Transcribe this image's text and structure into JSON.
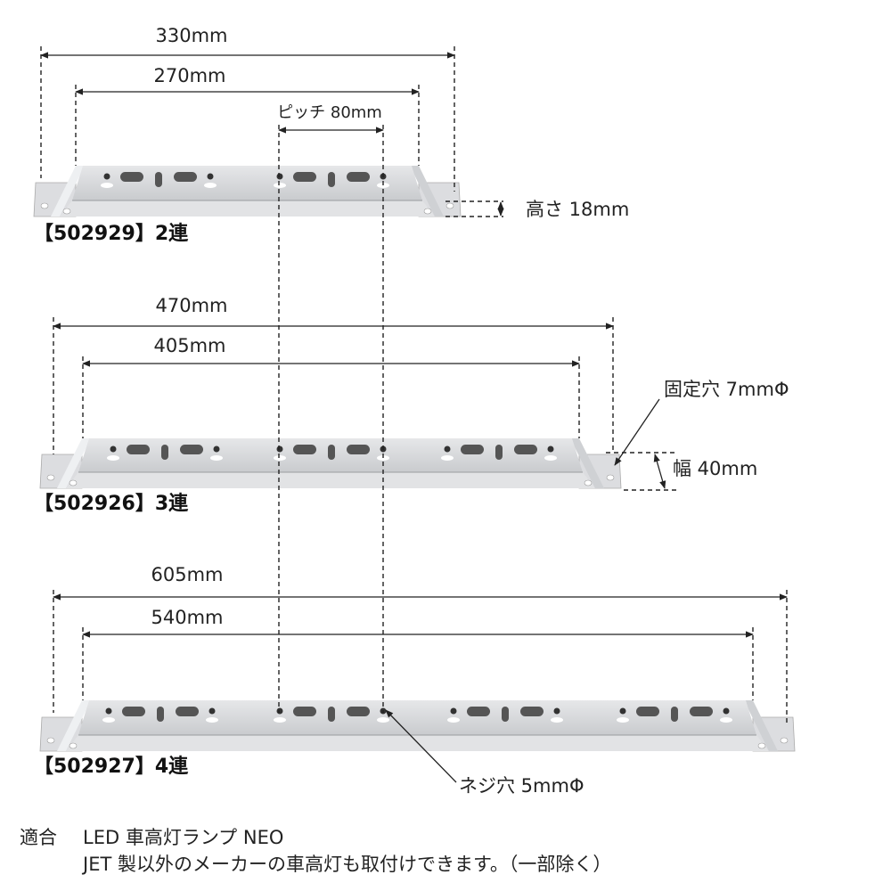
{
  "brackets": [
    {
      "label": "【502929】2連",
      "overall": "330mm",
      "inner": "270mm",
      "units": 2
    },
    {
      "label": "【502926】3連",
      "overall": "470mm",
      "inner": "405mm",
      "units": 3
    },
    {
      "label": "【502927】4連",
      "overall": "605mm",
      "inner": "540mm",
      "units": 4
    }
  ],
  "annotations": {
    "pitch": "ピッチ 80mm",
    "height": "高さ 18mm",
    "fixing_hole": "固定穴 7mmΦ",
    "width": "幅 40mm",
    "screw_hole": "ネジ穴 5mmΦ"
  },
  "footer": {
    "label": "適合",
    "line1": "LED 車高灯ランプ NEO",
    "line2": "JET 製以外のメーカーの車高灯も取付けできます。（一部除く）"
  },
  "colors": {
    "metal": "#d9dadc",
    "metal_dark": "#b9bbbe",
    "line": "#222222"
  }
}
